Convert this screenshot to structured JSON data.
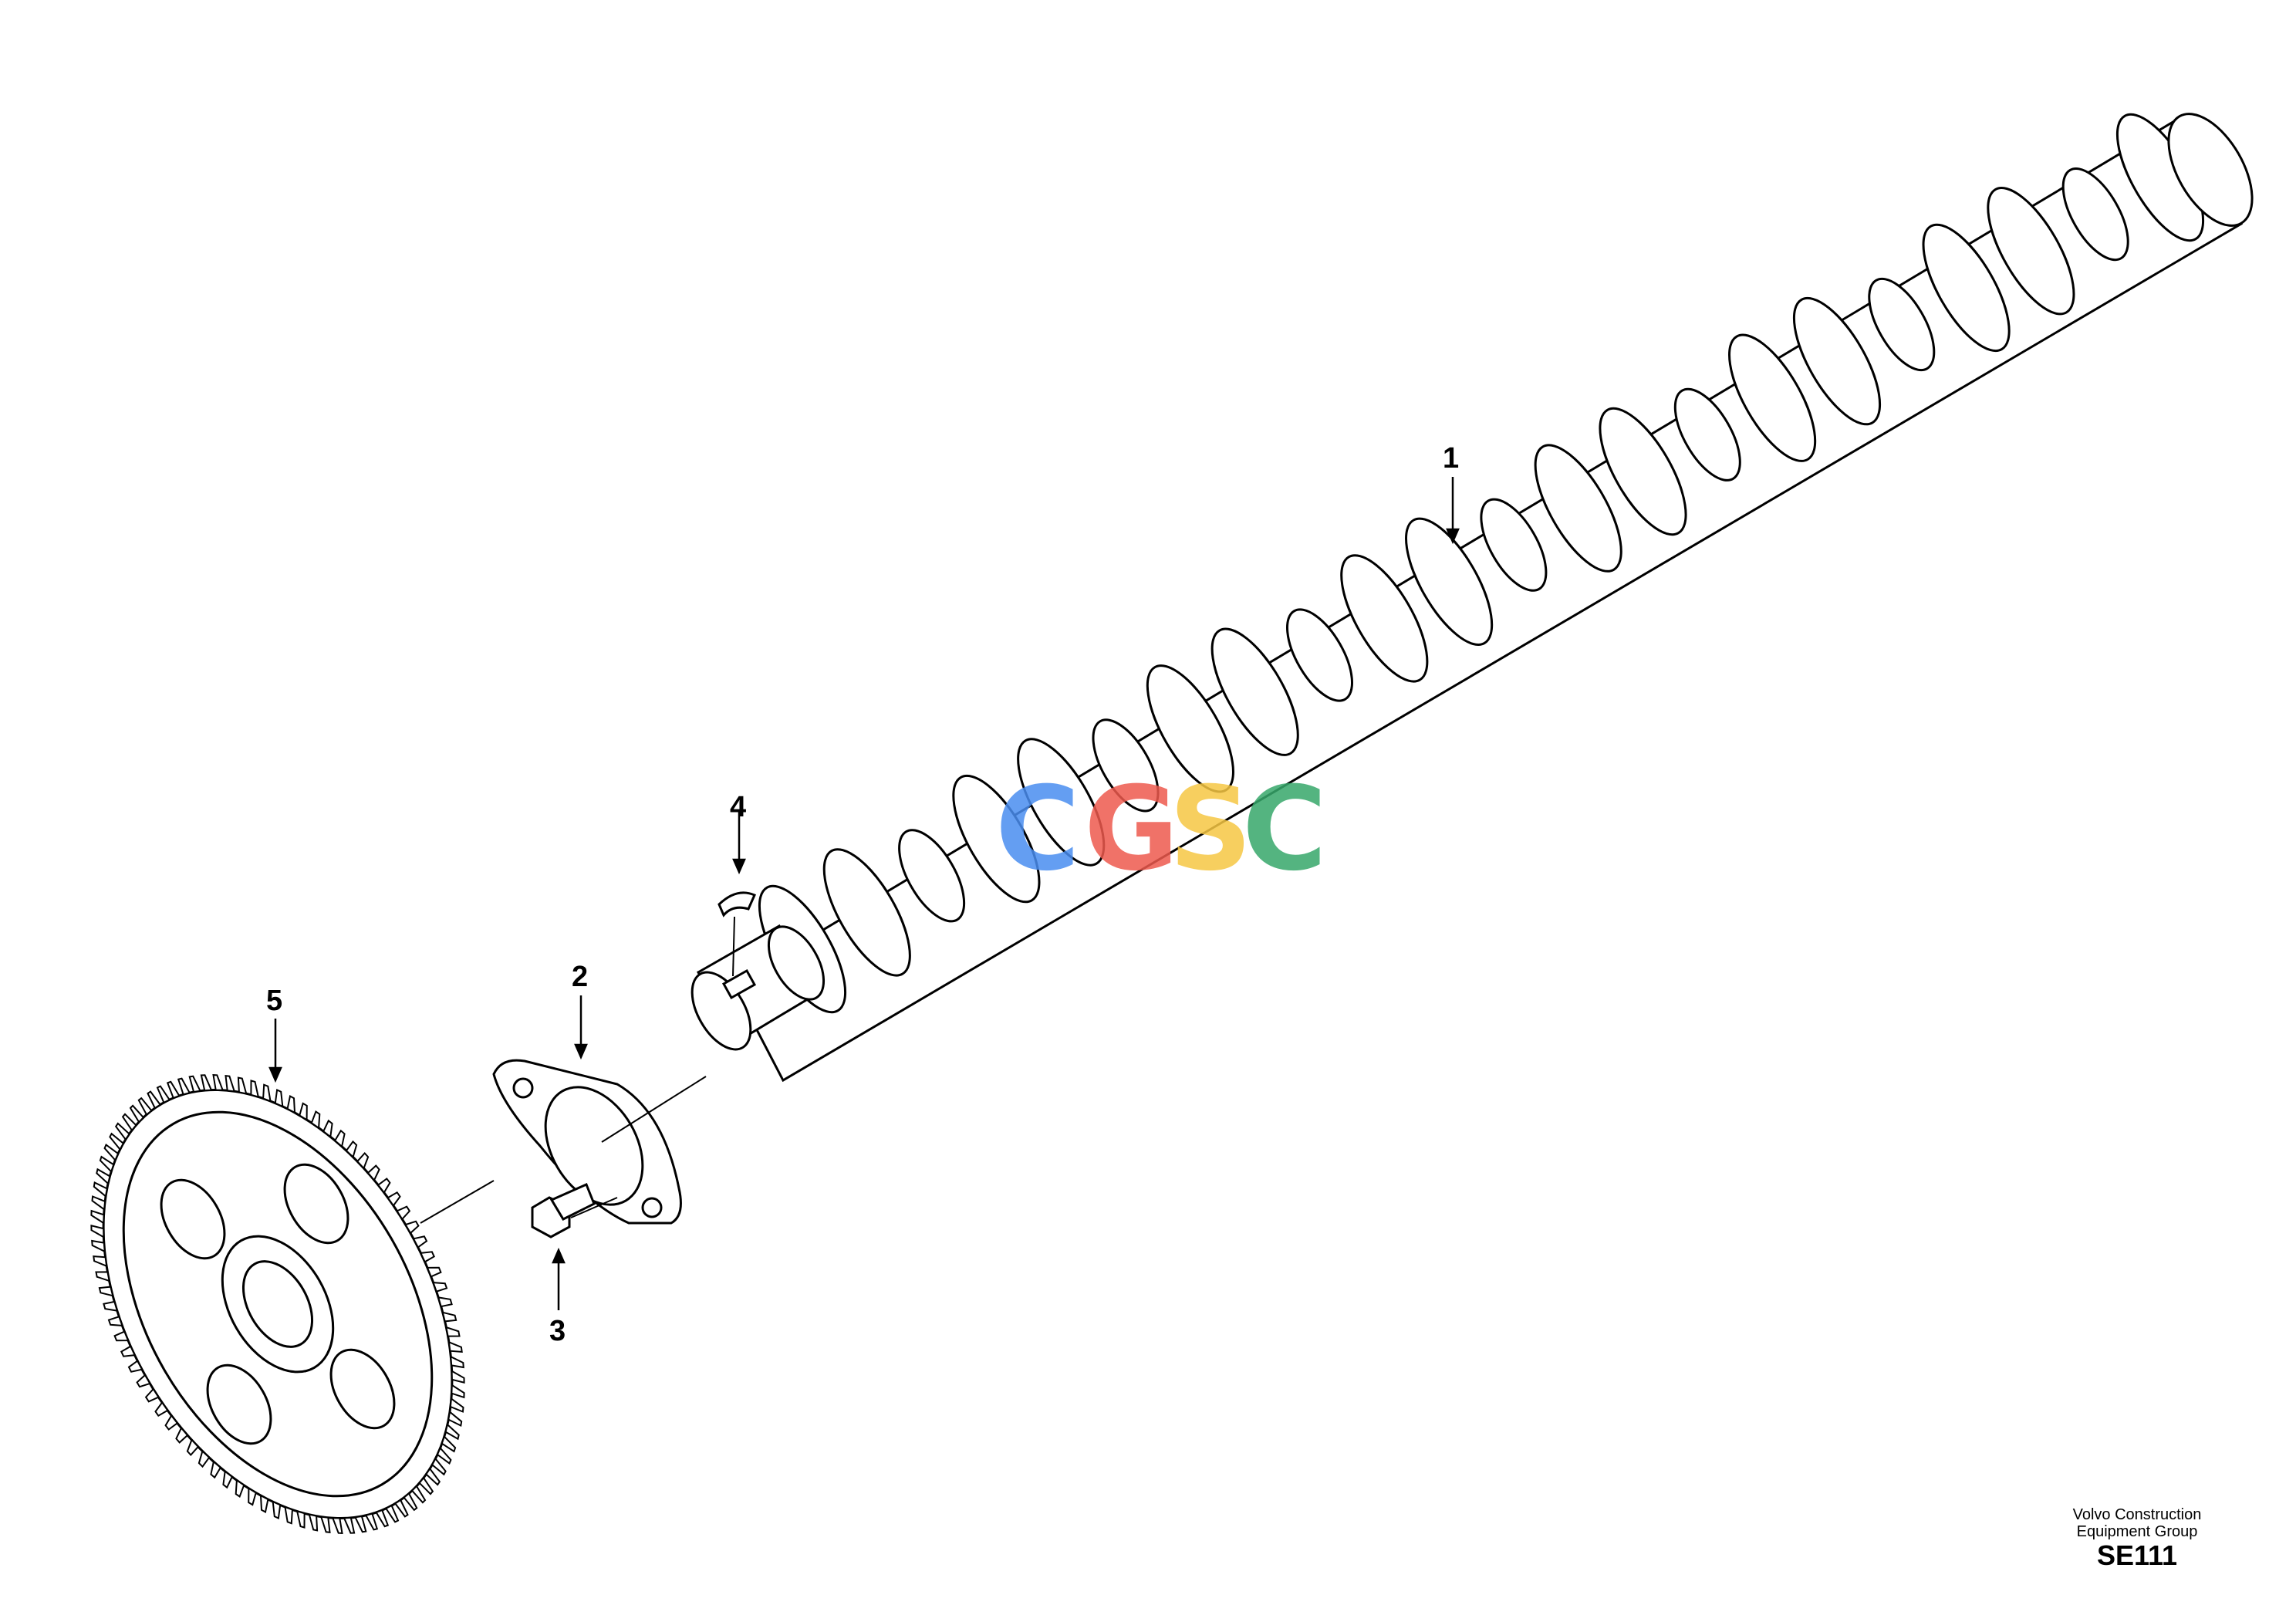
{
  "callouts": {
    "c1": "1",
    "c2": "2",
    "c3": "3",
    "c4": "4",
    "c5": "5"
  },
  "parts": {
    "p1": {
      "callout": "1",
      "icon": "camshaft-icon"
    },
    "p2": {
      "callout": "2",
      "icon": "thrust-flange-icon"
    },
    "p3": {
      "callout": "3",
      "icon": "flange-bolt-icon"
    },
    "p4": {
      "callout": "4",
      "icon": "woodruff-key-icon"
    },
    "p5": {
      "callout": "5",
      "icon": "camshaft-gear-icon"
    }
  },
  "brand": {
    "line1": "Volvo Construction",
    "line2": "Equipment Group",
    "code": "SE111"
  },
  "watermark": {
    "l1": "C",
    "l2": "G",
    "l3": "S",
    "l4": "C",
    "colors": [
      "#4a8ef0",
      "#ee5a4e",
      "#f6c744",
      "#37a86b"
    ]
  },
  "line_color": "#000000",
  "background": "#ffffff"
}
